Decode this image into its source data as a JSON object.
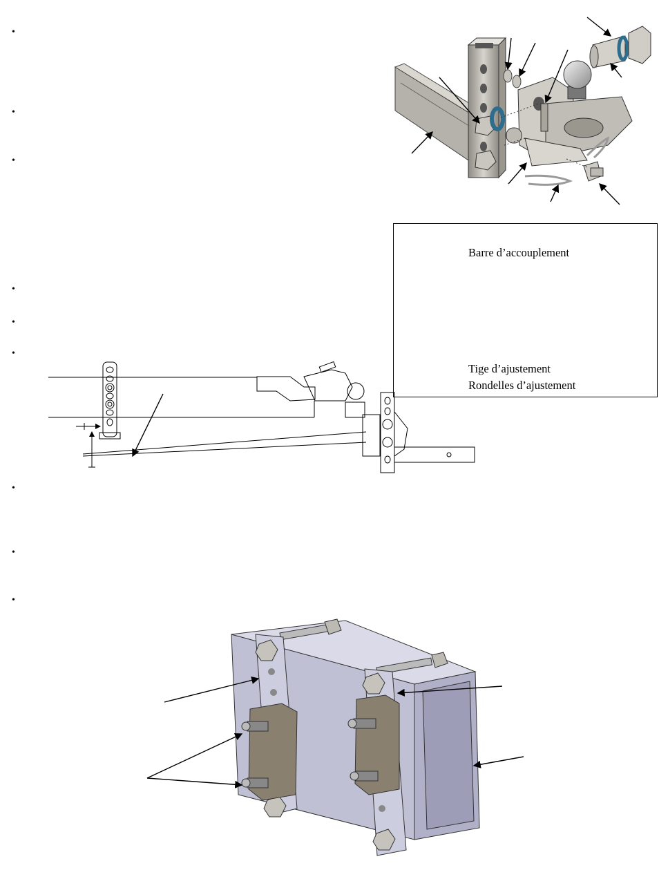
{
  "bullets": [
    "•",
    "•",
    "•",
    "•",
    "•",
    "•",
    "•",
    "•",
    "•"
  ],
  "legend": {
    "line1": "Barre d’accouplement",
    "line2": "Tige d’ajustement",
    "line3": "Rondelles d’ajustement"
  },
  "colors": {
    "steel_light": "#d8d6cf",
    "steel_mid": "#a8a59d",
    "steel_dark": "#6e6b64",
    "washer_blue": "#2f6d8c",
    "plate_blue": "#c9c9dc",
    "plate_shadow": "#9d9db8",
    "pad_brown": "#8a8070"
  }
}
